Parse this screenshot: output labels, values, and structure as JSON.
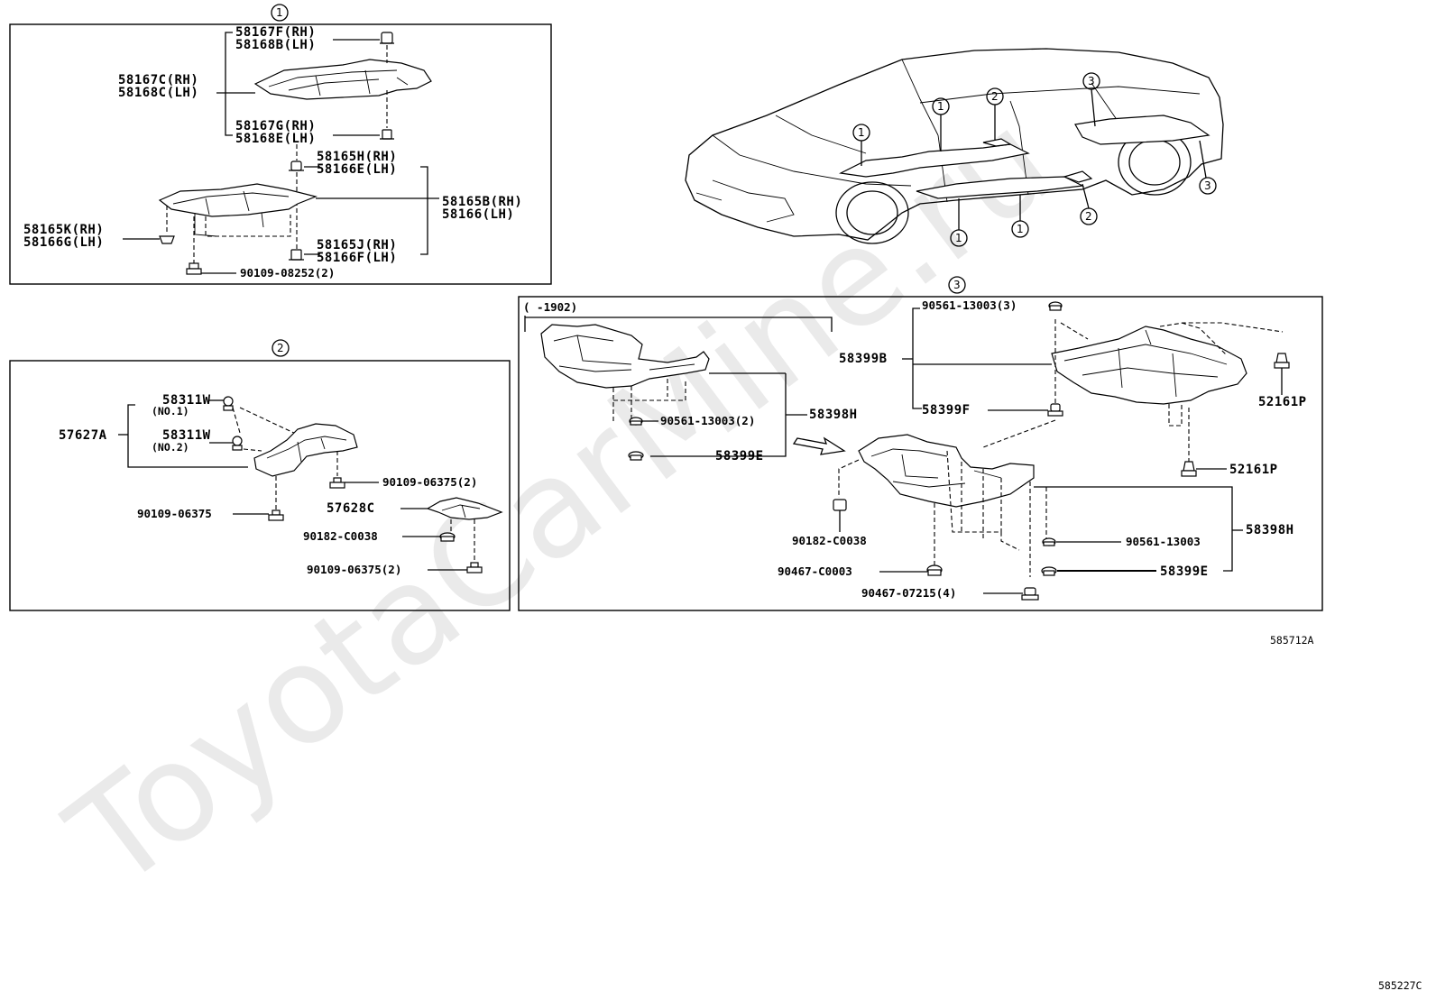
{
  "watermark": "ToyotaCarMine.ru",
  "markers": {
    "one": "1",
    "two": "2",
    "three": "3"
  },
  "group1": {
    "l_58167F": "58167F(RH)",
    "l_58168B": "58168B(LH)",
    "l_58167C": "58167C(RH)",
    "l_58168C": "58168C(LH)",
    "l_58167G": "58167G(RH)",
    "l_58168E": "58168E(LH)",
    "l_58165H": "58165H(RH)",
    "l_58166E": "58166E(LH)",
    "l_58165B": "58165B(RH)",
    "l_58166": "58166(LH)",
    "l_58165K": "58165K(RH)",
    "l_58166G": "58166G(LH)",
    "l_58165J": "58165J(RH)",
    "l_58166F": "58166F(LH)",
    "l_90109_08252": "90109-08252(2)"
  },
  "group2": {
    "l_57627A": "57627A",
    "l_58311W_1": "58311W",
    "l_no1": "(NO.1)",
    "l_58311W_2": "58311W",
    "l_no2": "(NO.2)",
    "l_90109_06375_2a": "90109-06375(2)",
    "l_90109_06375": "90109-06375",
    "l_57628C": "57628C",
    "l_90182_C0038": "90182-C0038",
    "l_90109_06375_2b": "90109-06375(2)"
  },
  "group3": {
    "l_date": "(     -1902)",
    "l_90561_13003_3": "90561-13003(3)",
    "l_58399B": "58399B",
    "l_58399F": "58399F",
    "l_52161P_a": "52161P",
    "l_52161P_b": "52161P",
    "l_90561_13003_2": "90561-13003(2)",
    "l_58398H_a": "58398H",
    "l_58399E_a": "58399E",
    "l_90182_C0038": "90182-C0038",
    "l_90561_13003": "90561-13003",
    "l_58398H_b": "58398H",
    "l_90467_C0003": "90467-C0003",
    "l_58399E_b": "58399E",
    "l_90467_07215": "90467-07215(4)"
  },
  "footer": {
    "ref_main": "585712A",
    "ref_corner": "585227C"
  }
}
